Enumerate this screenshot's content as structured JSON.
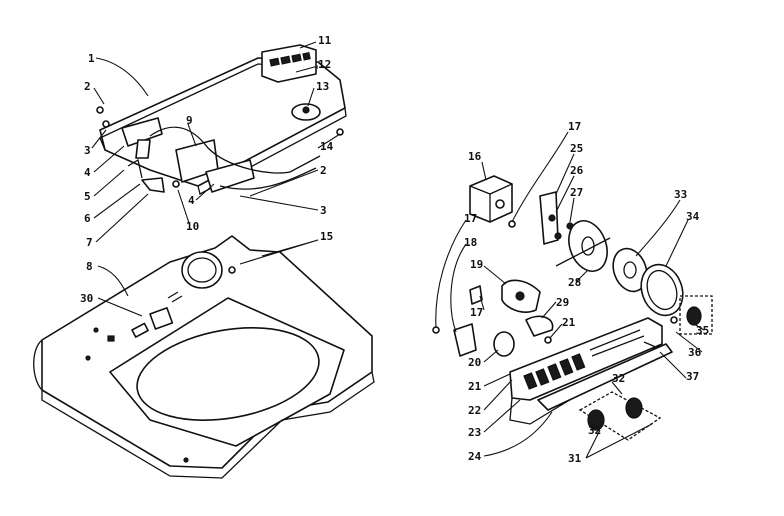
{
  "diagram": {
    "callouts_left": [
      {
        "id": "c1",
        "label": "1"
      },
      {
        "id": "c2a",
        "label": "2"
      },
      {
        "id": "c3a",
        "label": "3"
      },
      {
        "id": "c4a",
        "label": "4"
      },
      {
        "id": "c5",
        "label": "5"
      },
      {
        "id": "c6",
        "label": "6"
      },
      {
        "id": "c7",
        "label": "7"
      },
      {
        "id": "c8",
        "label": "8"
      },
      {
        "id": "c9",
        "label": "9"
      },
      {
        "id": "c10",
        "label": "10"
      },
      {
        "id": "c4b",
        "label": "4"
      },
      {
        "id": "c2b",
        "label": "2"
      },
      {
        "id": "c3b",
        "label": "3"
      },
      {
        "id": "c11",
        "label": "11"
      },
      {
        "id": "c12",
        "label": "12"
      },
      {
        "id": "c13",
        "label": "13"
      },
      {
        "id": "c14",
        "label": "14"
      },
      {
        "id": "c15",
        "label": "15"
      },
      {
        "id": "c30",
        "label": "30"
      }
    ],
    "callouts_right": [
      {
        "id": "c16",
        "label": "16"
      },
      {
        "id": "c17a",
        "label": "17"
      },
      {
        "id": "c25",
        "label": "25"
      },
      {
        "id": "c26",
        "label": "26"
      },
      {
        "id": "c27",
        "label": "27"
      },
      {
        "id": "c33",
        "label": "33"
      },
      {
        "id": "c34",
        "label": "34"
      },
      {
        "id": "c17b",
        "label": "17"
      },
      {
        "id": "c18",
        "label": "18"
      },
      {
        "id": "c19",
        "label": "19"
      },
      {
        "id": "c28",
        "label": "28"
      },
      {
        "id": "c17c",
        "label": "17"
      },
      {
        "id": "c29",
        "label": "29"
      },
      {
        "id": "c21a",
        "label": "21"
      },
      {
        "id": "c35",
        "label": "35"
      },
      {
        "id": "c36",
        "label": "36"
      },
      {
        "id": "c20",
        "label": "20"
      },
      {
        "id": "c37",
        "label": "37"
      },
      {
        "id": "c21b",
        "label": "21"
      },
      {
        "id": "c22",
        "label": "22"
      },
      {
        "id": "c32a",
        "label": "32"
      },
      {
        "id": "c23",
        "label": "23"
      },
      {
        "id": "c32b",
        "label": "32"
      },
      {
        "id": "c24",
        "label": "24"
      },
      {
        "id": "c31",
        "label": "31"
      }
    ]
  }
}
